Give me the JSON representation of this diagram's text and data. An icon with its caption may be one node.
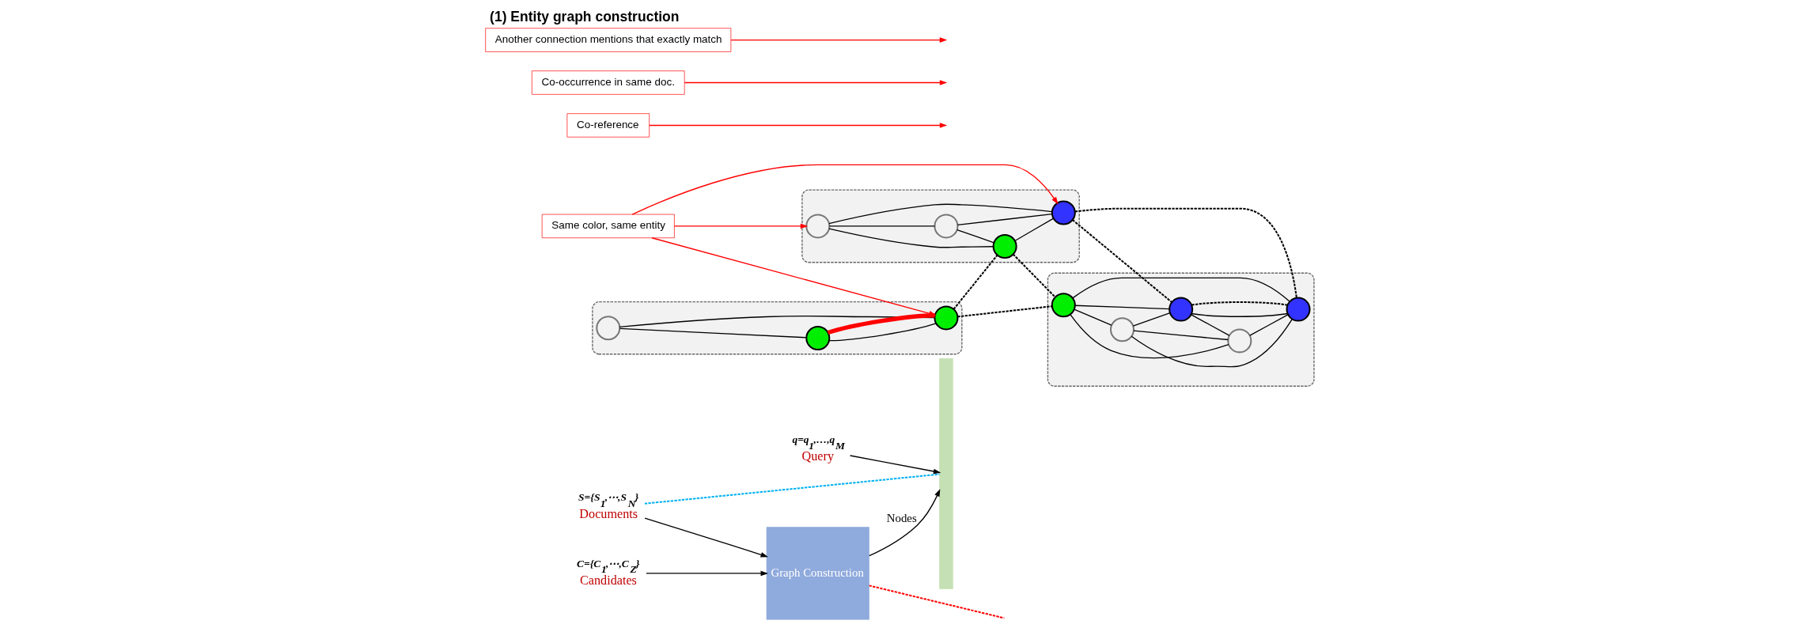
{
  "diagram": {
    "title": "(1) Entity graph construction",
    "nodes": [
      {
        "text": [
          "S={S$_{1}$,⋯,S$_{N}$}",
          "Documents"
        ]
      },
      {
        "text": [
          "C={C$_{1}$,⋯,C$_{Z}$}",
          "Candidates"
        ]
      },
      {
        "text": [
          "Graph Construction"
        ]
      },
      {
        "text": [],
        "shape": "bar"
      },
      {
        "text": [
          "q=q$_{1}$,…,q$_{M}$",
          "Query"
        ]
      },
      {
        "text": [
          "Same color, same entity"
        ]
      },
      {
        "text": [
          "Co-reference"
        ]
      },
      {
        "text": [],
        "shape": "ellipse"
      },
      {
        "text": [],
        "shape": "circle",
        "in": 7
      },
      {
        "text": [],
        "shape": "circle",
        "in": 7
      },
      {
        "text": [],
        "shape": "circle",
        "in": 7
      },
      {
        "text": [],
        "shape": "ellipse"
      },
      {
        "text": [],
        "shape": "circle",
        "in": 11
      },
      {
        "text": [],
        "shape": "circle",
        "in": 11
      },
      {
        "text": [],
        "shape": "circle",
        "in": 11
      },
      {
        "text": [],
        "shape": "circle",
        "in": 11
      },
      {
        "text": [],
        "shape": "ellipse"
      },
      {
        "text": [],
        "shape": "circle",
        "in": 16
      },
      {
        "text": [],
        "shape": "circle",
        "in": 16
      },
      {
        "text": [],
        "shape": "circle",
        "in": 16
      },
      {
        "text": [],
        "shape": "circle",
        "in": 16
      },
      {
        "text": [],
        "shape": "circle",
        "in": 16
      },
      {
        "text": [
          "Co-occurrence in same doc."
        ]
      },
      {
        "text": [
          "Another connection mentions that exactly match"
        ]
      }
    ],
    "edges": [
      {
        "from": 0,
        "to": 2,
        "arrow": "to"
      },
      {
        "from": 1,
        "to": 2,
        "arrow": "to"
      },
      {
        "from": 2,
        "to": 3,
        "arrow": "to",
        "label": "Nodes"
      },
      {
        "from": 4,
        "to": 3,
        "arrow": "to"
      },
      {
        "from": 0,
        "to": 3,
        "arrow": "none",
        "style": "dashed",
        "color": "#00b0f0"
      },
      {
        "from": 2,
        "to": null,
        "arrow": "none",
        "style": "dashed",
        "color": "#ff0000"
      },
      {
        "from": 8,
        "to": 9,
        "arrow": "none"
      },
      {
        "from": 8,
        "to": 10,
        "arrow": "none"
      },
      {
        "from": 9,
        "to": 10,
        "arrow": "none"
      },
      {
        "from": 9,
        "to": 10,
        "arrow": "none",
        "style": "thick",
        "color": "#ff0000"
      },
      {
        "from": 12,
        "to": 13,
        "arrow": "none"
      },
      {
        "from": 12,
        "to": 14,
        "arrow": "none"
      },
      {
        "from": 12,
        "to": 15,
        "arrow": "none"
      },
      {
        "from": 13,
        "to": 14,
        "arrow": "none"
      },
      {
        "from": 13,
        "to": 15,
        "arrow": "none"
      },
      {
        "from": 14,
        "to": 15,
        "arrow": "none"
      },
      {
        "from": 17,
        "to": 18,
        "arrow": "none"
      },
      {
        "from": 17,
        "to": 19,
        "arrow": "none"
      },
      {
        "from": 17,
        "to": 20,
        "arrow": "none"
      },
      {
        "from": 17,
        "to": 21,
        "arrow": "none"
      },
      {
        "from": 18,
        "to": 19,
        "arrow": "none"
      },
      {
        "from": 18,
        "to": 20,
        "arrow": "none"
      },
      {
        "from": 18,
        "to": 21,
        "arrow": "none"
      },
      {
        "from": 19,
        "to": 20,
        "arrow": "none"
      },
      {
        "from": 19,
        "to": 21,
        "arrow": "none"
      },
      {
        "from": 20,
        "to": 21,
        "arrow": "none"
      },
      {
        "from": 10,
        "to": 14,
        "arrow": "none",
        "style": "dashed"
      },
      {
        "from": 10,
        "to": 17,
        "arrow": "none",
        "style": "dashed"
      },
      {
        "from": 14,
        "to": 17,
        "arrow": "none",
        "style": "dashed"
      },
      {
        "from": 15,
        "to": 19,
        "arrow": "none",
        "style": "dashed"
      },
      {
        "from": 15,
        "to": 21,
        "arrow": "none",
        "style": "dashed"
      },
      {
        "from": 19,
        "to": 21,
        "arrow": "none",
        "style": "dashed"
      },
      {
        "from": 5,
        "to": 10,
        "arrow": "to",
        "color": "#ff0000"
      },
      {
        "from": 5,
        "to": 15,
        "arrow": "to",
        "color": "#ff0000"
      },
      {
        "from": 5,
        "to": 12,
        "arrow": "to",
        "color": "#ff0000"
      },
      {
        "from": 6,
        "to": null,
        "arrow": "to",
        "color": "#ff0000"
      },
      {
        "from": 22,
        "to": null,
        "arrow": "to",
        "color": "#ff0000"
      },
      {
        "from": 23,
        "to": null,
        "arrow": "to",
        "color": "#ff0000"
      }
    ]
  }
}
